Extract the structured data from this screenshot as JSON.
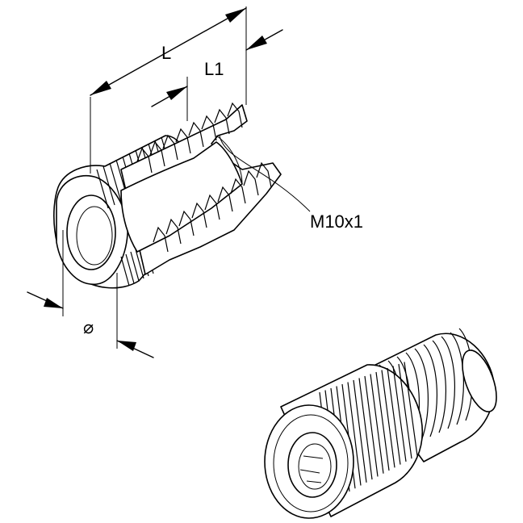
{
  "labels": {
    "length": "L",
    "thread_length": "L1",
    "thread_spec": "M10x1",
    "diameter": "⌀"
  },
  "colors": {
    "line": "#000000",
    "background": "#ffffff"
  }
}
